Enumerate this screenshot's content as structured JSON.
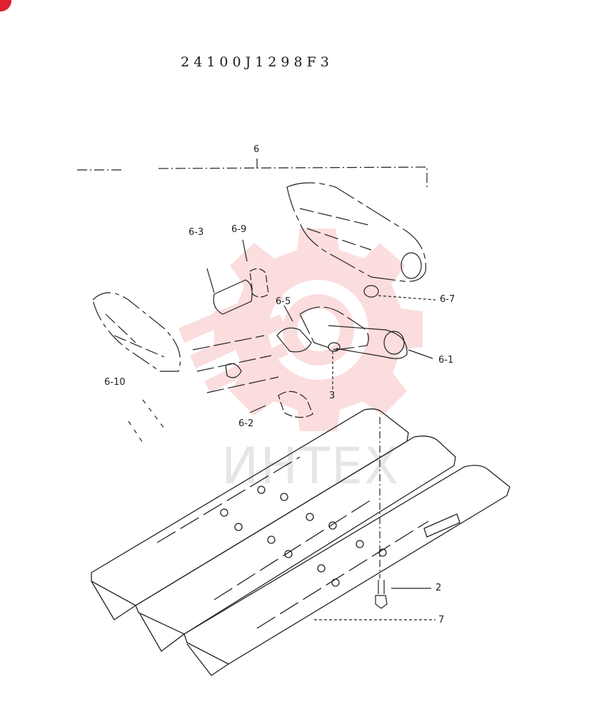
{
  "diagram": {
    "part_number": "24100J1298F3",
    "watermark_text": "ИНТЕХ",
    "labels": {
      "l6": "6",
      "l6_3": "6-3",
      "l6_9": "6-9",
      "l6_5": "6-5",
      "l6_7": "6-7",
      "l6_1": "6-1",
      "l6_10": "6-10",
      "l3": "3",
      "l6_2": "6-2",
      "l2": "2",
      "l7": "7"
    },
    "colors": {
      "watermark": "#f5a0a0",
      "ink": "#222222",
      "badge": "#e0202e"
    }
  }
}
